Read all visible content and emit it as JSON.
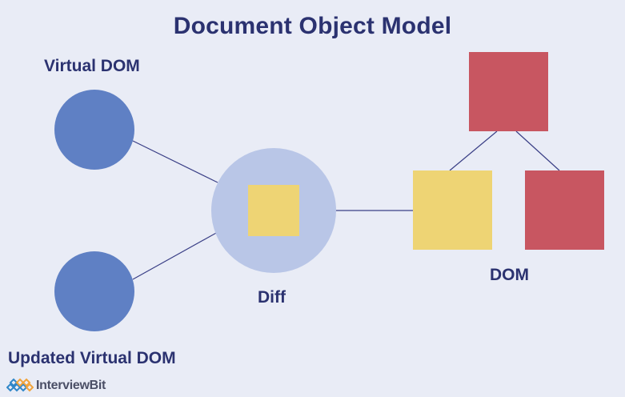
{
  "title": "Document Object Model",
  "labels": {
    "virtual_dom": "Virtual DOM",
    "updated_virtual_dom": "Updated Virtual DOM",
    "diff": "Diff",
    "dom": "DOM"
  },
  "colors": {
    "background": "#e9ecf6",
    "title_text": "#2b3270",
    "virtual_node": "#5f80c4",
    "diff_circle": "#b9c6e7",
    "yellow_node": "#eed474",
    "red_node": "#c85661",
    "connector": "#3a3f86"
  },
  "logo": {
    "text": "InterviewBit",
    "icon": "interviewbit-logo-icon"
  }
}
